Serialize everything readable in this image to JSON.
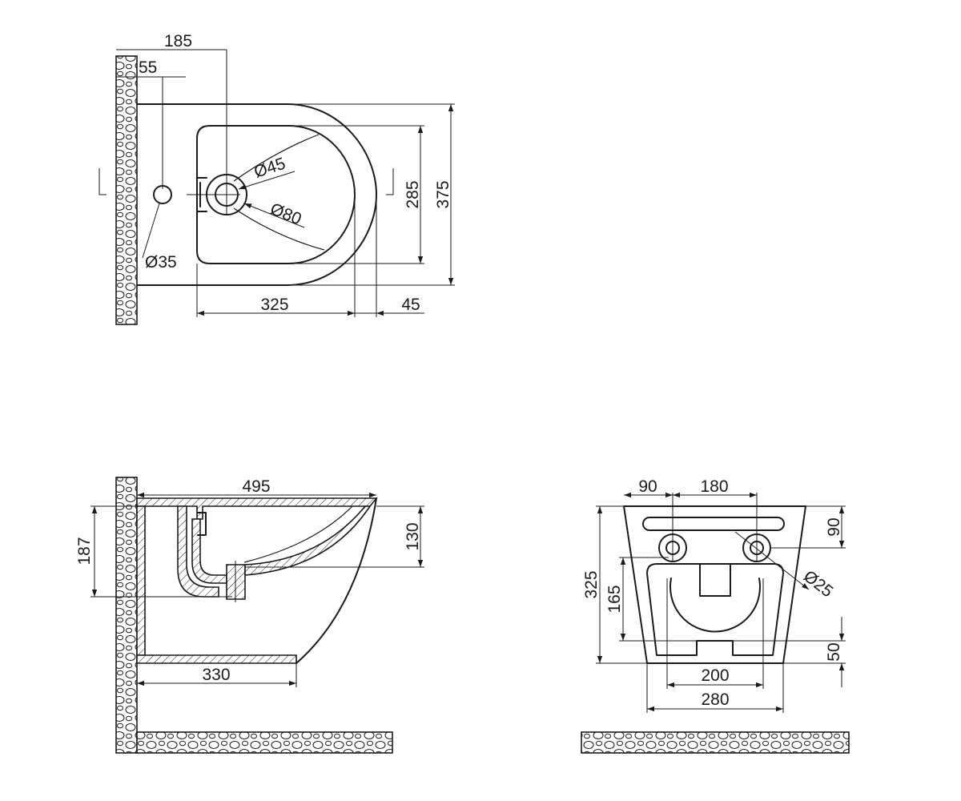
{
  "plan_view": {
    "dim_185": "185",
    "dim_55": "55",
    "dia_45": "Ø45",
    "dia_80": "Ø80",
    "dia_35": "Ø35",
    "dim_285": "285",
    "dim_375": "375",
    "dim_325": "325",
    "dim_45": "45"
  },
  "side_view": {
    "dim_495": "495",
    "dim_187": "187",
    "dim_130": "130",
    "dim_330": "330"
  },
  "rear_view": {
    "dim_90_horizontal": "90",
    "dim_180": "180",
    "dim_90_vertical": "90",
    "dia_25": "Ø25",
    "dim_325": "325",
    "dim_165": "165",
    "dim_50": "50",
    "dim_200": "200",
    "dim_280": "280"
  }
}
